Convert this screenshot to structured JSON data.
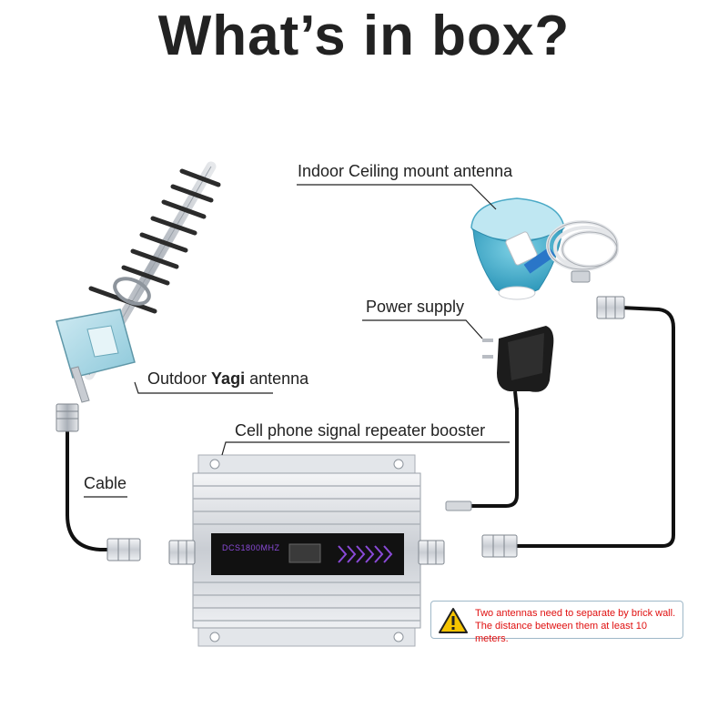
{
  "title": "What’s in  box?",
  "labels": {
    "indoor_antenna": "Indoor Ceiling mount antenna",
    "power_supply": "Power supply",
    "outdoor_prefix": "Outdoor ",
    "outdoor_bold": "Yagi",
    "outdoor_suffix": "  antenna",
    "booster": "Cell phone signal repeater booster",
    "cable": "Cable"
  },
  "device_display": "DCS1800MHZ",
  "warning": {
    "line1": "Two antennas need to separate by brick wall.",
    "line2": "The distance between them at least 10 meters."
  },
  "colors": {
    "text": "#222222",
    "warning_text": "#e01010",
    "warning_icon": "#f5c400",
    "antenna_blue": "#3aa8c8",
    "booster_silver": "#d8dbe0",
    "display_purple": "#8a4ad8"
  }
}
